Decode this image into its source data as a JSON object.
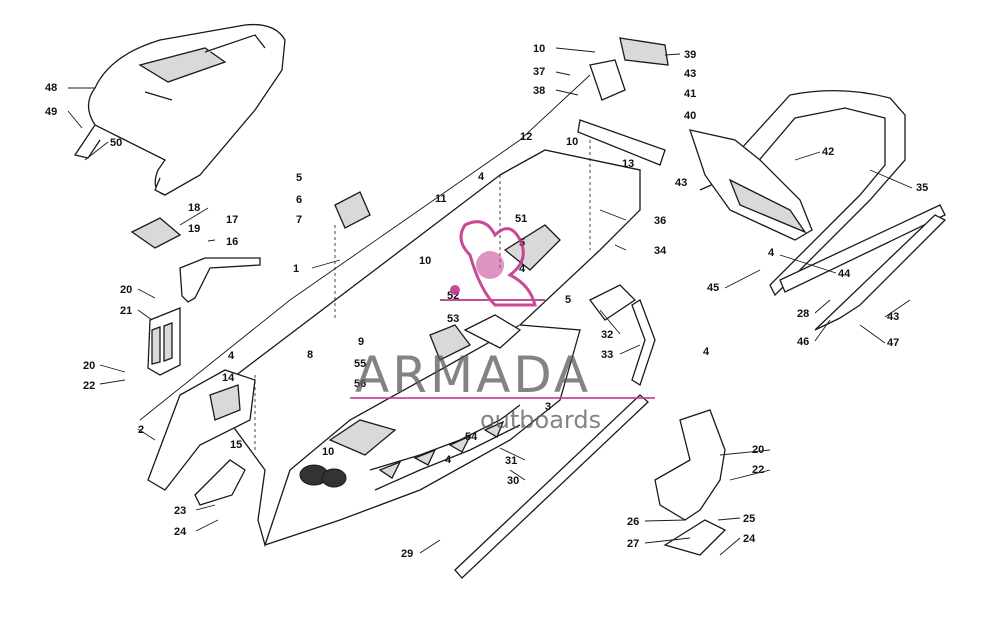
{
  "diagram": {
    "callouts": [
      "1",
      "2",
      "3",
      "4",
      "5",
      "6",
      "7",
      "8",
      "9",
      "10",
      "11",
      "12",
      "13",
      "14",
      "15",
      "16",
      "17",
      "18",
      "19",
      "20",
      "21",
      "22",
      "23",
      "24",
      "25",
      "26",
      "27",
      "28",
      "29",
      "30",
      "31",
      "32",
      "33",
      "34",
      "35",
      "36",
      "37",
      "38",
      "39",
      "40",
      "41",
      "42",
      "43",
      "44",
      "45",
      "46",
      "47",
      "48",
      "49",
      "50",
      "51",
      "52",
      "53",
      "54",
      "55",
      "56"
    ]
  },
  "watermark": {
    "brand": "ARMADA",
    "tagline": "outboards",
    "colors": {
      "logo": "#c2378c",
      "text": "#5a5a5a"
    }
  },
  "colors": {
    "line": "#1a1a1a",
    "fill": "#d9d9d9",
    "background": "#ffffff"
  }
}
